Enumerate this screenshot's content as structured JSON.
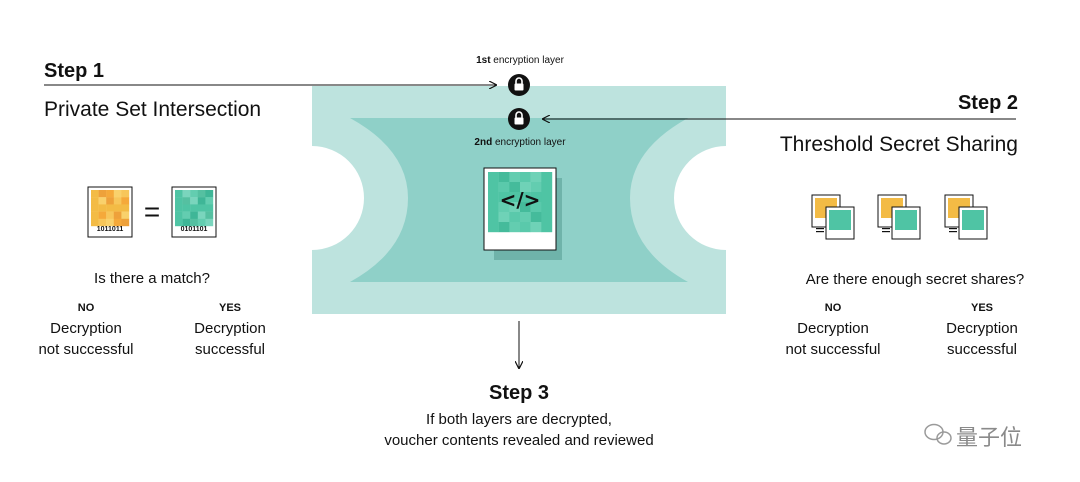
{
  "step1": {
    "title": "Step 1",
    "subtitle": "Private Set Intersection",
    "question": "Is there a match?",
    "binary_left": "1011011",
    "binary_right": "0101101",
    "equals": "=",
    "no_label": "NO",
    "no_text_1": "Decryption",
    "no_text_2": "not successful",
    "yes_label": "YES",
    "yes_text_1": "Decryption",
    "yes_text_2": "successful"
  },
  "step2": {
    "title": "Step 2",
    "subtitle": "Threshold Secret Sharing",
    "question": "Are there enough secret shares?",
    "no_label": "NO",
    "no_text_1": "Decryption",
    "no_text_2": "not successful",
    "yes_label": "YES",
    "yes_text_1": "Decryption",
    "yes_text_2": "successful"
  },
  "step3": {
    "title": "Step 3",
    "line1": "If both layers are decrypted,",
    "line2": "voucher contents revealed and reviewed"
  },
  "layers": {
    "first_bold": "1st",
    "first_rest": " encryption layer",
    "second_bold": "2nd",
    "second_rest": " encryption layer"
  },
  "code_symbol": "</>",
  "watermark": "量子位",
  "colors": {
    "voucher_outer": "#bde3de",
    "voucher_inner": "#8fd0c8",
    "teal": "#4fc4a4",
    "orange": "#f3bb45",
    "dark": "#111111"
  }
}
